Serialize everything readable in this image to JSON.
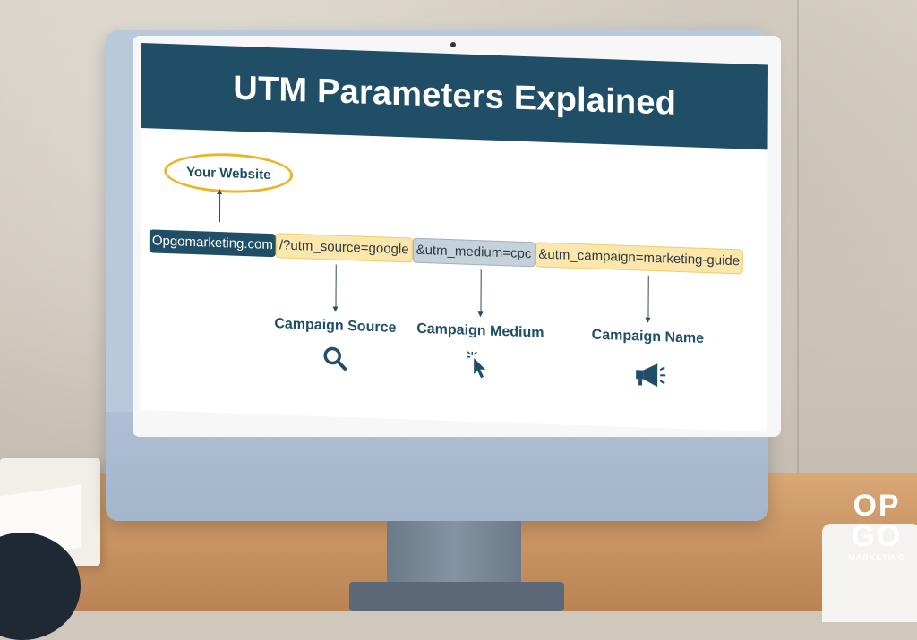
{
  "screen": {
    "title": "UTM Parameters Explained",
    "your_website_label": "Your Website",
    "url": {
      "domain": "Opgomarketing.com",
      "source": "/?utm_source=google",
      "medium": "&utm_medium=cpc",
      "campaign": "&utm_campaign=marketing-guide"
    },
    "parameters": [
      {
        "label": "Campaign Source",
        "icon": "search-icon"
      },
      {
        "label": "Campaign Medium",
        "icon": "cursor-click-icon"
      },
      {
        "label": "Campaign Name",
        "icon": "megaphone-icon"
      }
    ]
  },
  "logo": {
    "line1": "OP",
    "line2": "GO",
    "sub": "MARKETING"
  },
  "colors": {
    "banner": "#1f4e66",
    "accent_yellow": "#e9b52a",
    "segment_yellow": "#fbe6ab",
    "segment_grey": "#c6d2da",
    "monitor": "#b8c9dc"
  }
}
